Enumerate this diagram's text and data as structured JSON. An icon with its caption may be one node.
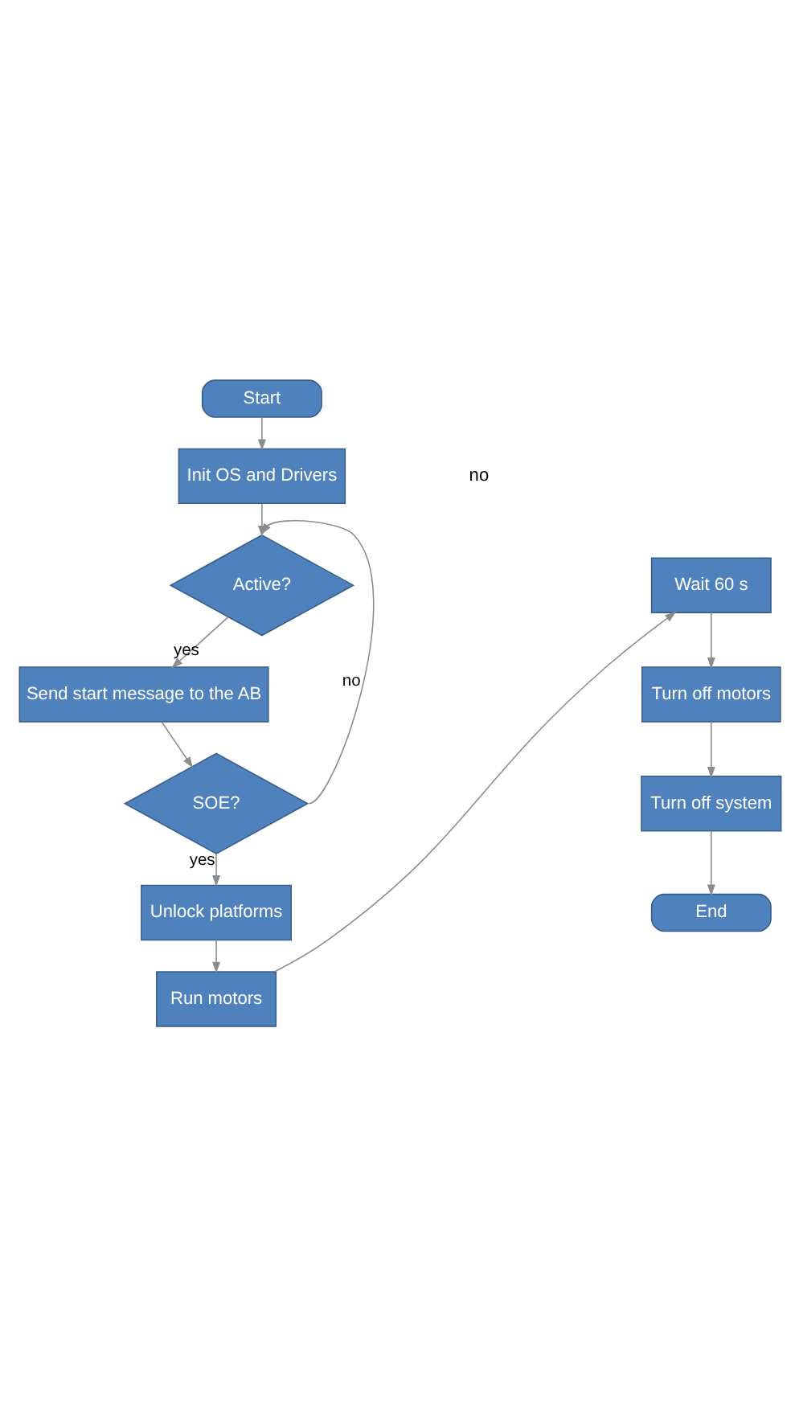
{
  "diagram": {
    "nodes": [
      {
        "text": [
          "Start"
        ]
      },
      {
        "text": [
          "Init OS and Drivers"
        ]
      },
      {
        "text": [
          "Active?"
        ]
      },
      {
        "text": [
          "Send start message to the AB"
        ]
      },
      {
        "text": [
          "SOE?"
        ]
      },
      {
        "text": [
          "Unlock platforms"
        ]
      },
      {
        "text": [
          "Run motors"
        ]
      },
      {
        "text": [
          "Wait 60 s"
        ]
      },
      {
        "text": [
          "Turn off motors"
        ]
      },
      {
        "text": [
          "Turn off system"
        ]
      },
      {
        "text": [
          "End"
        ]
      }
    ],
    "edges": [
      {
        "from": 0,
        "to": 1,
        "arrow": "to"
      },
      {
        "from": 1,
        "to": 2,
        "arrow": "to"
      },
      {
        "from": 2,
        "to": 3,
        "arrow": "to",
        "label": "yes"
      },
      {
        "from": 3,
        "to": 4,
        "arrow": "to"
      },
      {
        "from": 4,
        "to": 2,
        "arrow": "to",
        "label": "no"
      },
      {
        "from": 4,
        "to": 5,
        "arrow": "to",
        "label": "yes"
      },
      {
        "from": 5,
        "to": 6,
        "arrow": "to"
      },
      {
        "from": 6,
        "to": 7,
        "arrow": "to"
      },
      {
        "from": 7,
        "to": 8,
        "arrow": "to"
      },
      {
        "from": 8,
        "to": 9,
        "arrow": "to"
      },
      {
        "from": 9,
        "to": 10,
        "arrow": "to"
      }
    ],
    "labels": [
      "no"
    ]
  }
}
